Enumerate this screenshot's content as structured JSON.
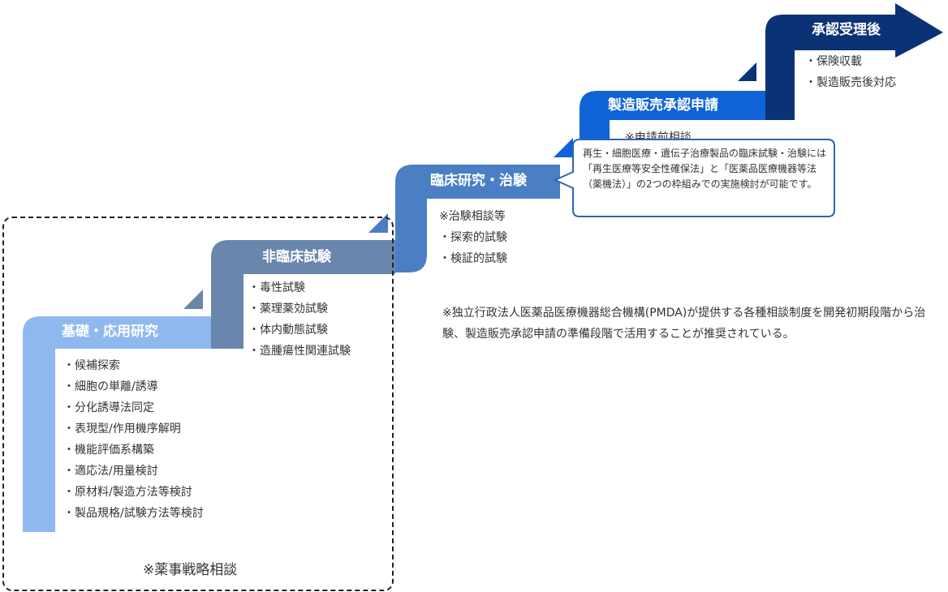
{
  "colors": {
    "step1": "#8fb8ee",
    "step2": "#6987ad",
    "step3": "#4a7fc4",
    "step4": "#0f63d6",
    "step5": "#0b3274",
    "callout_border": "#2f63b7"
  },
  "steps": [
    {
      "title": "基礎・応用研究",
      "items": [
        "・候補探索",
        "・細胞の単離/誘導",
        "・分化誘導法同定",
        "・表現型/作用機序解明",
        "・機能評価系構築",
        "・適応法/用量検討",
        "・原材料/製造方法等検討",
        "・製品規格/試験方法等検討"
      ]
    },
    {
      "title": "非臨床試験",
      "items": [
        "・毒性試験",
        "・薬理薬効試験",
        "・体内動態試験",
        "・造腫瘍性関連試験"
      ]
    },
    {
      "title": "臨床研究・治験",
      "items": [
        "※治験相談等",
        "・探索的試験",
        "・検証的試験"
      ]
    },
    {
      "title": "製造販売承認申請",
      "items": [
        "※申請前相談"
      ]
    },
    {
      "title": "承認受理後",
      "items": [
        "・保険収載",
        "・製造販売後対応"
      ]
    }
  ],
  "strategy_note": "※薬事戦略相談",
  "pmda_note": "※独立行政法人医薬品医療機器総合機構(PMDA)が提供する各種相談制度を開発初期段階から治験、製造販売承認申請の準備段階で活用することが推奨されている。",
  "callout": "再生・細胞医療・遺伝子治療製品の臨床試験・治験には「再生医療等安全性確保法」と「医薬品医療機器等法（薬機法）」の2つの枠組みでの実施検討が可能です。"
}
